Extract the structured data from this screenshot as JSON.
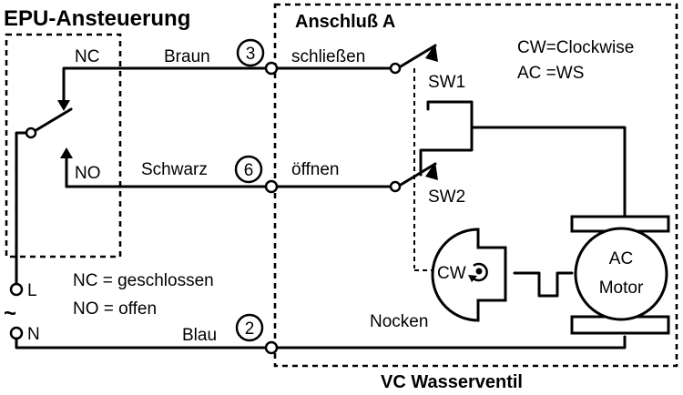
{
  "titles": {
    "left_box": "EPU-Ansteuerung",
    "right_box": "Anschluß A",
    "bottom": "VC Wasserventil"
  },
  "legend": {
    "cw": "CW=Clockwise",
    "ac": "AC =WS",
    "nc": "NC = geschlossen",
    "no": "NO = offen"
  },
  "contacts": {
    "nc": "NC",
    "no": "NO"
  },
  "terminals": {
    "l": "L",
    "n": "N",
    "tilde": "~"
  },
  "wires": [
    {
      "color": "Braun",
      "number": "3",
      "function": "schließen"
    },
    {
      "color": "Schwarz",
      "number": "6",
      "function": "öffnen"
    },
    {
      "color": "Blau",
      "number": "2"
    }
  ],
  "switches": {
    "sw1": "SW1",
    "sw2": "SW2"
  },
  "cam": {
    "label": "CW",
    "name": "Nocken"
  },
  "motor": {
    "line1": "AC",
    "line2": "Motor"
  }
}
